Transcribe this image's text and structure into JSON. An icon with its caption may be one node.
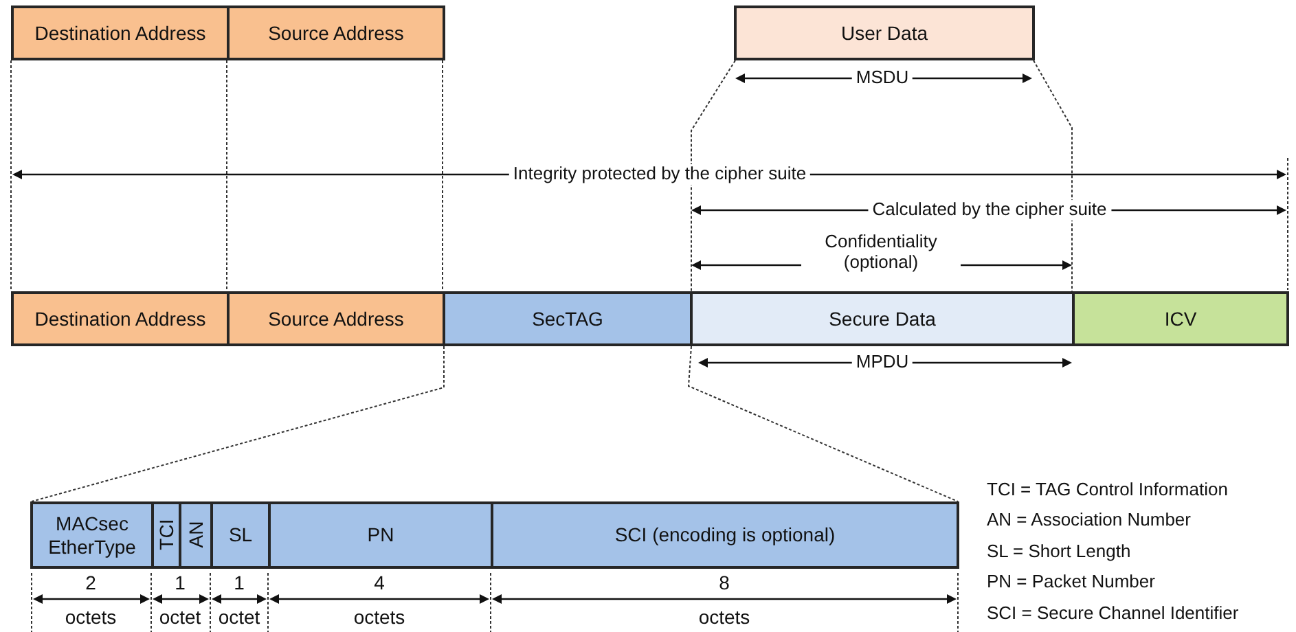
{
  "diagram": {
    "nodes": [
      {
        "text": [
          "Destination Address"
        ]
      },
      {
        "text": [
          "Source Address"
        ]
      },
      {
        "text": [
          "User Data"
        ]
      },
      {
        "text": [
          "Destination Address"
        ]
      },
      {
        "text": [
          "Source Address"
        ]
      },
      {
        "text": [
          "SecTAG"
        ]
      },
      {
        "text": [
          "Secure Data"
        ]
      },
      {
        "text": [
          "ICV"
        ]
      },
      {
        "text": [
          "MACsec EtherType"
        ]
      },
      {
        "text": [
          "TCI"
        ]
      },
      {
        "text": [
          "AN"
        ]
      },
      {
        "text": [
          "SL"
        ]
      },
      {
        "text": [
          "PN"
        ]
      },
      {
        "text": [
          "SCI (encoding is optional)"
        ]
      }
    ],
    "edges": [
      {
        "from": 0,
        "to": 3,
        "arrow": "none",
        "style": "dashed"
      },
      {
        "from": 1,
        "to": 4,
        "arrow": "none",
        "style": "dashed"
      },
      {
        "from": 1,
        "to": 4,
        "arrow": "none",
        "style": "dashed"
      },
      {
        "from": 2,
        "to": 6,
        "arrow": "none",
        "style": "dashed"
      },
      {
        "from": 2,
        "to": 6,
        "arrow": "none",
        "style": "dashed"
      },
      {
        "from": 5,
        "to": 8,
        "arrow": "none",
        "style": "dashed"
      },
      {
        "from": 5,
        "to": 13,
        "arrow": "none",
        "style": "dashed"
      }
    ],
    "labels": [
      "MSDU",
      "Integrity protected by the cipher suite",
      "Calculated by the cipher suite",
      "Confidentiality (optional)",
      "MPDU",
      "TCI = TAG Control Information",
      "AN = Association Number",
      "SL = Short Length",
      "PN = Packet Number",
      "SCI = Secure Channel Identifier",
      "2",
      "1",
      "1",
      "4",
      "8",
      "octets",
      "octet",
      "octet",
      "octets",
      "octets"
    ]
  }
}
